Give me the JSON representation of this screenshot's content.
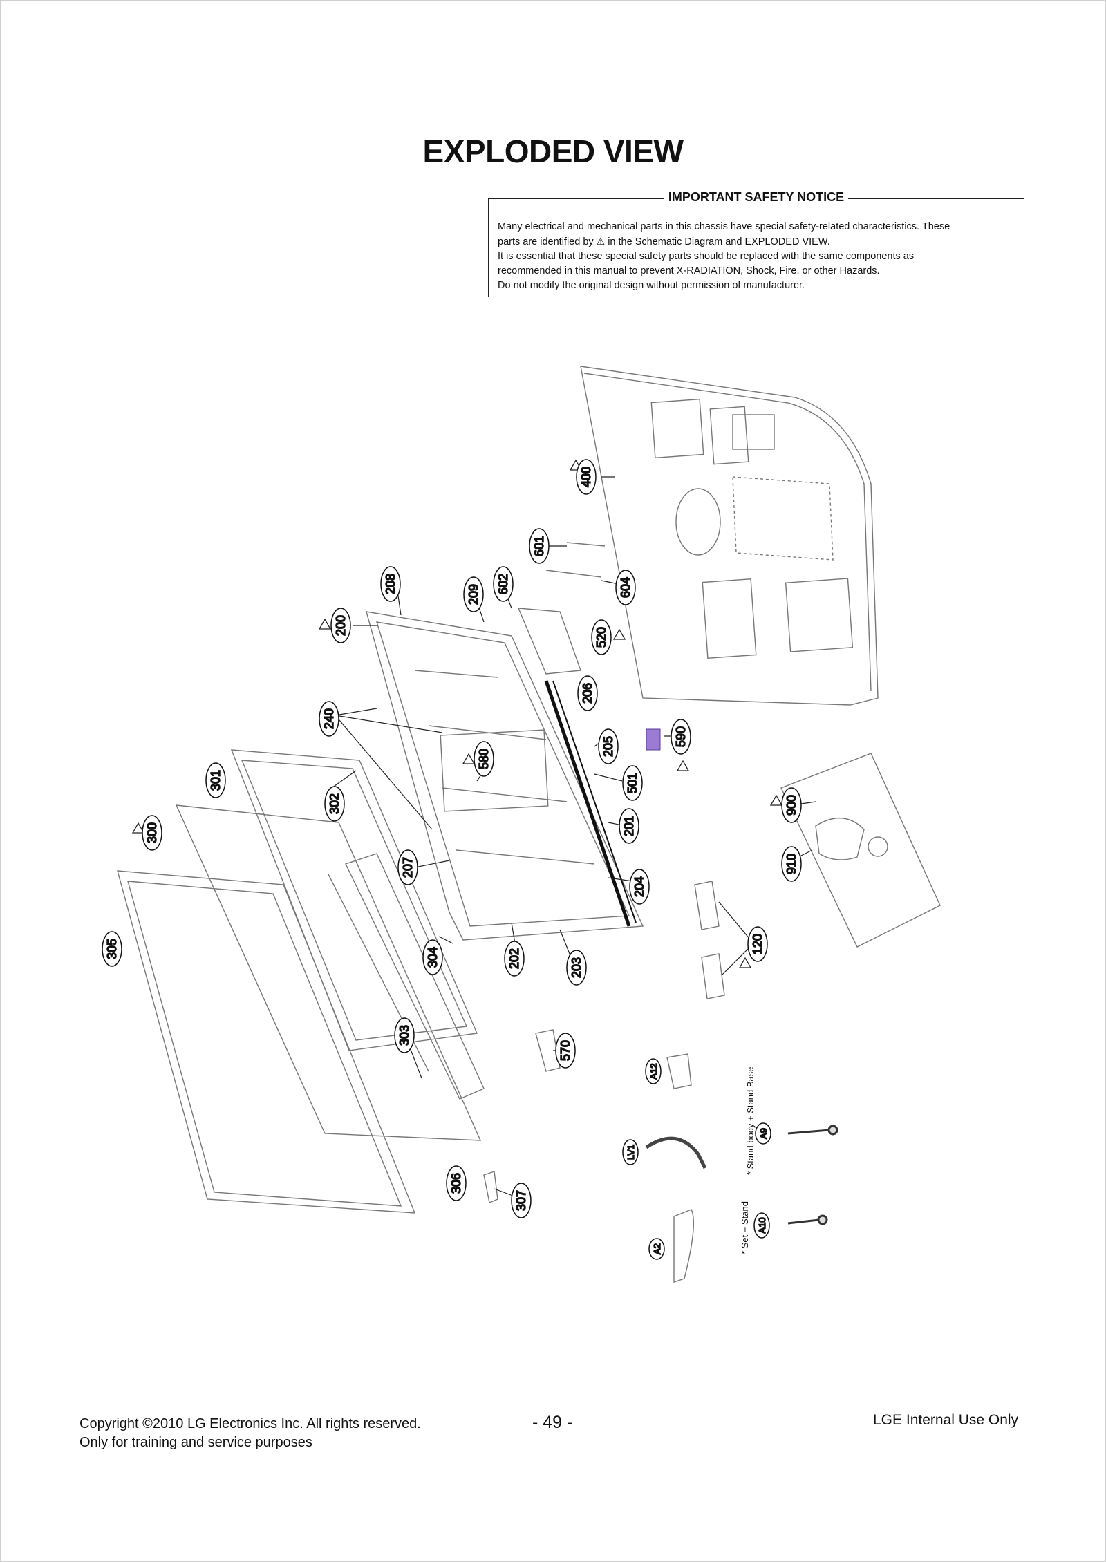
{
  "title": "EXPLODED VIEW",
  "notice": {
    "heading": "IMPORTANT SAFETY NOTICE",
    "line1": "Many electrical and mechanical parts in this chassis have special safety-related characteristics. These",
    "line2_pre": "parts are identified by",
    "line2_post": "in the Schematic Diagram and EXPLODED VIEW.",
    "line3": "It is essential that these special safety parts should be replaced with the same components as",
    "line4": "recommended in this manual to prevent X-RADIATION, Shock, Fire, or other Hazards.",
    "line5": "Do not modify the original design without permission of manufacturer."
  },
  "callouts": {
    "c400": "400",
    "c601": "601",
    "c604": "604",
    "c602": "602",
    "c209": "209",
    "c208": "208",
    "c200": "200",
    "c520": "520",
    "c206": "206",
    "c240": "240",
    "c580": "580",
    "c205": "205",
    "c590": "590",
    "c501": "501",
    "c301": "301",
    "c302": "302",
    "c201": "201",
    "c900": "900",
    "c300": "300",
    "c207": "207",
    "c910": "910",
    "c204": "204",
    "c305": "305",
    "c304": "304",
    "c202": "202",
    "c203": "203",
    "c120": "120",
    "c303": "303",
    "c570": "570",
    "cA12": "A12",
    "cA9": "A9",
    "cLV1": "LV1",
    "c306": "306",
    "c307": "307",
    "cA10": "A10",
    "cA2": "A2"
  },
  "side_notes": {
    "stand_body": "* Stand body + Stand Base",
    "set_stand": "* Set + Stand"
  },
  "footer": {
    "copyright": "Copyright ©2010 LG Electronics Inc. All rights reserved.",
    "purpose": "Only for training and service purposes",
    "page_number": "- 49 -",
    "internal": "LGE Internal Use Only"
  }
}
